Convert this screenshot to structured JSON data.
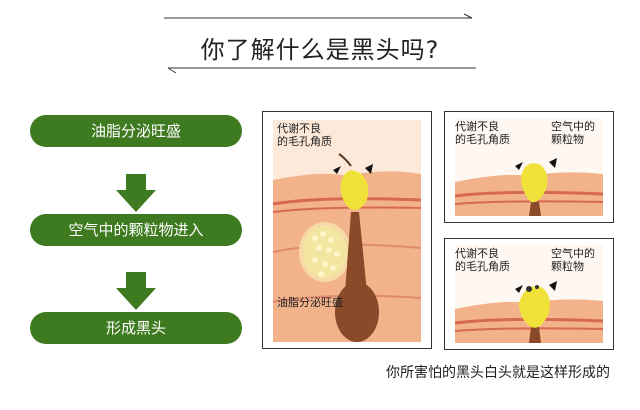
{
  "title": "你了解什么是黑头吗?",
  "flow": {
    "steps": [
      "油脂分泌旺盛",
      "空气中的颗粒物进入",
      "形成黑头"
    ]
  },
  "main_panel": {
    "label_keratin": "代谢不良\n的毛孔角质",
    "label_sebum": "油脂分泌旺盛"
  },
  "panel_top_right": {
    "label_keratin": "代谢不良\n的毛孔角质",
    "label_particles": "空气中的\n颗粒物"
  },
  "panel_bottom_right": {
    "label_keratin": "代谢不良\n的毛孔角质",
    "label_particles": "空气中的\n颗粒物"
  },
  "caption": "你所害怕的黑头白头就是这样形成的",
  "colors": {
    "flow_green": "#3e7a1f",
    "skin_top": "#f2b28a",
    "skin_lines": "#d7694f",
    "pore_plug": "#f0e23a",
    "follicle": "#8a4a2a",
    "sebum_gland": "#f2e6a0"
  }
}
